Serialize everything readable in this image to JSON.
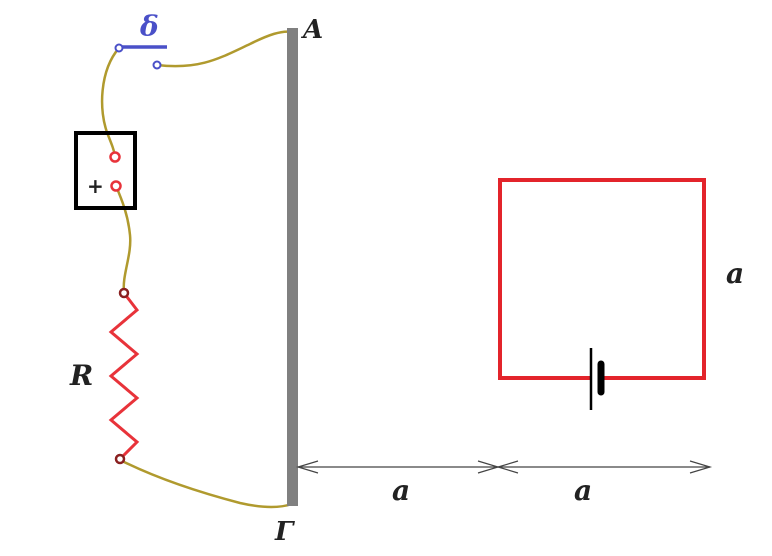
{
  "labels": {
    "top_end": "Α",
    "bottom_end": "Γ",
    "switch_gap": "δ",
    "resistor": "R",
    "plus_sign": "+",
    "distance_1": "a",
    "distance_2": "a",
    "loop_side": "a"
  },
  "colors": {
    "wire": "#b09a2e",
    "rod": "#808080",
    "resistor": "#e8333a",
    "loop": "#e3242b",
    "switch": "#4a50c8",
    "terminal": "#e8333a",
    "battery_box": "#000000",
    "dimension": "#444444",
    "text": "#222222",
    "delta_text": "#4a50c8"
  }
}
